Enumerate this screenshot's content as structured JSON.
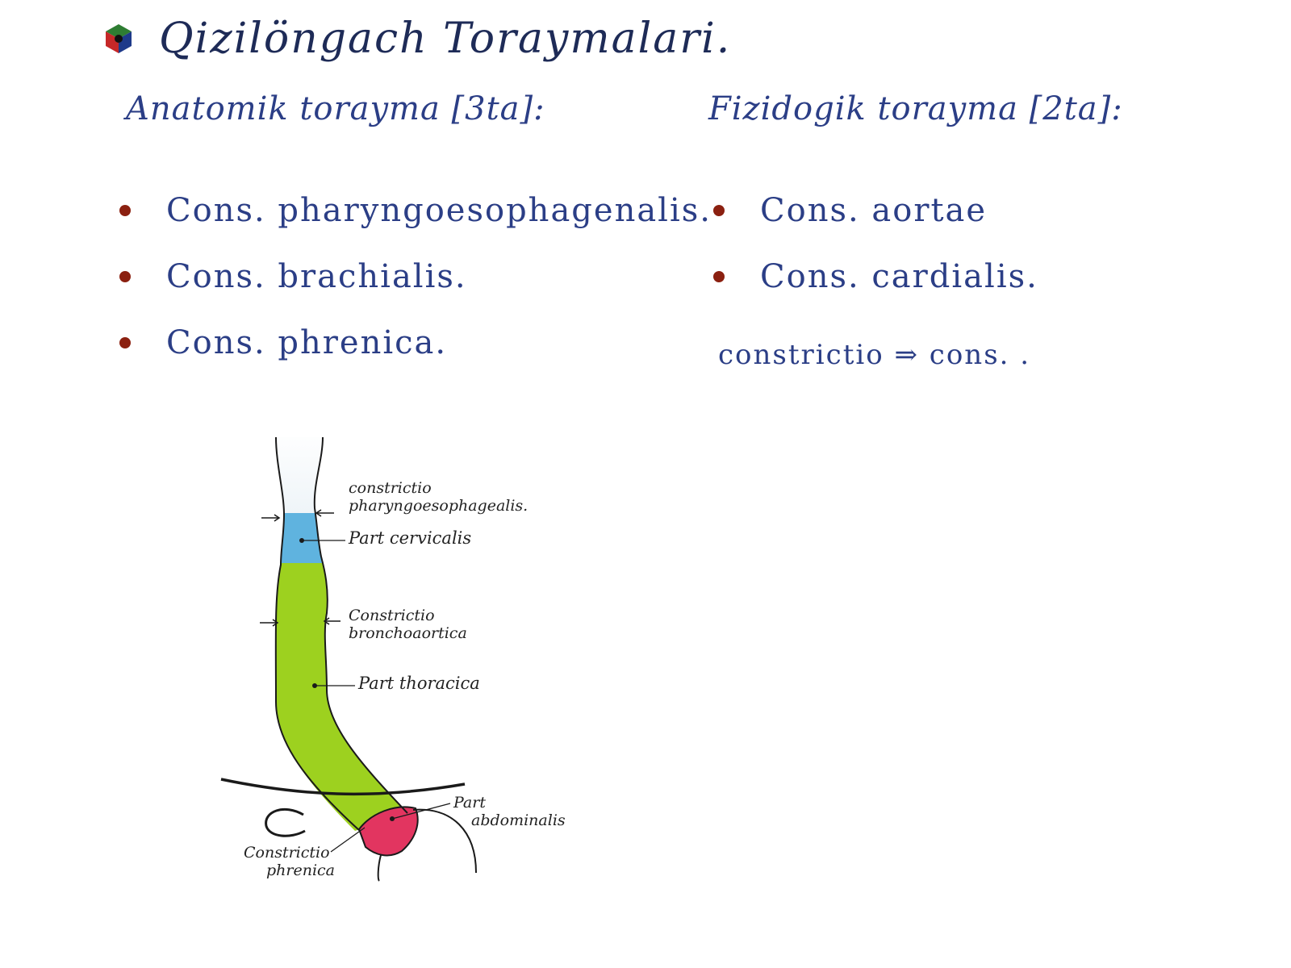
{
  "title": "Qizilöngach Toraymalari.",
  "icon": "cube-bullet-icon",
  "anatomical": {
    "heading": "Anatomik torayma [3ta]:",
    "items": [
      "Cons. pharyngoesophagenalis.",
      "Cons. brachialis.",
      "Cons. phrenica."
    ]
  },
  "physiological": {
    "heading": "Fizidogik torayma [2ta]:",
    "items": [
      "Cons. aortae",
      "Cons. cardialis."
    ]
  },
  "note": "constrictio ⇒ cons. .",
  "diagram": {
    "labels": {
      "pharyngo_line1": "constrictio",
      "pharyngo_line2": "pharyngoesophagealis.",
      "cervicalis": "Part cervicalis",
      "broncho_line1": "Constrictio",
      "broncho_line2": "bronchoaortica",
      "thoracica": "Part thoracica",
      "abdominalis_line1": "Part",
      "abdominalis_line2": "abdominalis",
      "phrenica_line1": "Constrictio",
      "phrenica_line2": "phrenica"
    },
    "colors": {
      "cervical": "#5fb3df",
      "thoracic": "#9dd11f",
      "abdominal": "#e23560",
      "bullet": "#8b2010",
      "ink": "#2b3e86"
    }
  }
}
